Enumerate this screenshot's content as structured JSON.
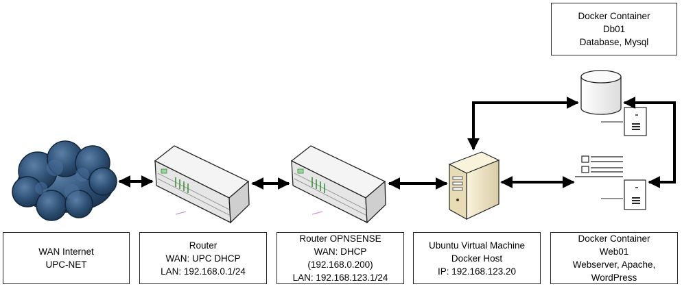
{
  "nodes": {
    "wan": {
      "lines": [
        "WAN Internet",
        "UPC-NET"
      ]
    },
    "router": {
      "lines": [
        "Router",
        "WAN: UPC DHCP",
        "LAN: 192.168.0.1/24"
      ]
    },
    "opnsense": {
      "lines": [
        "Router OPNSENSE",
        "WAN: DHCP",
        "(192.168.0.200)",
        "LAN: 192.168.123.1/24"
      ]
    },
    "ubuntu": {
      "lines": [
        "Ubuntu Virtual Machine",
        "Docker Host",
        "IP: 192.168.123.20"
      ]
    },
    "web01": {
      "lines": [
        "Docker Container",
        "Web01",
        "Webserver, Apache,",
        "WordPress"
      ]
    },
    "db01": {
      "lines": [
        "Docker Container",
        "Db01",
        "Database, Mysql"
      ]
    }
  },
  "icons": [
    "cloud-icon",
    "router-icon",
    "router-icon",
    "server-tower-icon",
    "database-icon",
    "webserver-icon"
  ],
  "colors": {
    "cloud": "#2d4f73",
    "cloud_dark": "#1c3450",
    "router_body": "#f0f0f0",
    "router_leds": "#2e8b2e",
    "server_body": "#efe6c8",
    "line": "#000000"
  }
}
